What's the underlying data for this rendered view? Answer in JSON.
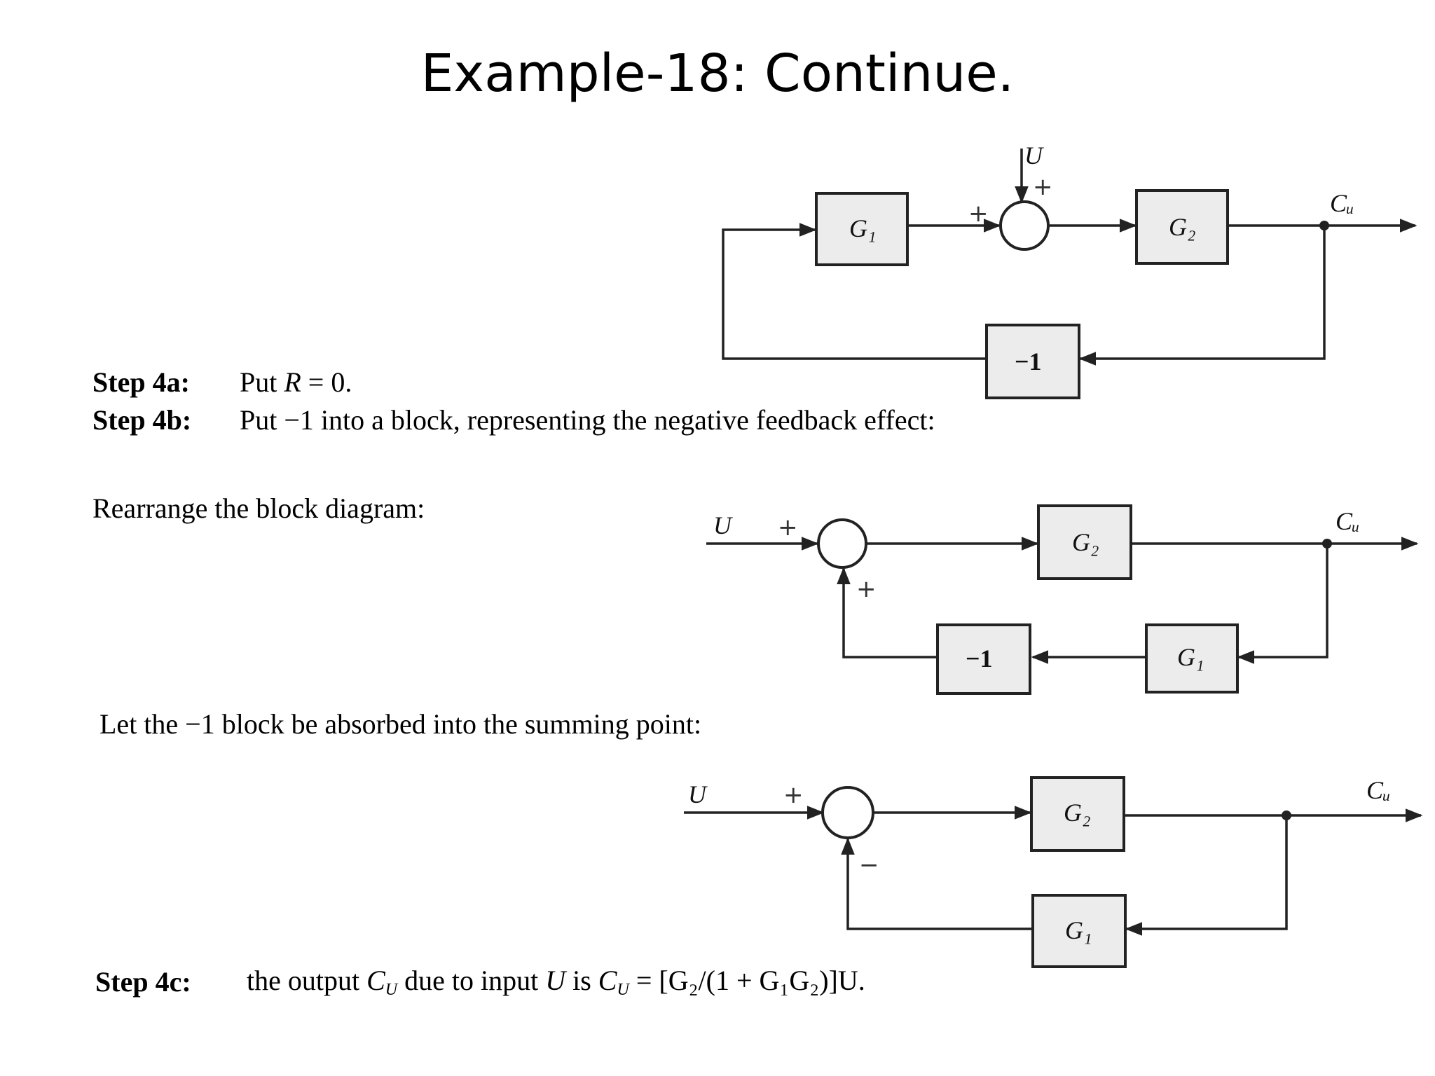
{
  "slide": {
    "title": "Example-18: Continue."
  },
  "steps": {
    "step4a_label": "Step 4a:",
    "step4a_text_pre": "Put ",
    "step4a_var": "R",
    "step4a_text_post": " = 0.",
    "step4b_label": "Step 4b:",
    "step4b_text": "Put −1 into a block, representing the negative feedback effect:",
    "rearrange_text": "Rearrange the block diagram:",
    "absorb_text": "Let the −1 block be absorbed into the summing point:",
    "step4c_label": "Step 4c:",
    "step4c_text_1": "the output ",
    "step4c_text_2": " due to input ",
    "step4c_text_3": " is ",
    "step4c_equation": " = [G₂/(1 + G₁G₂)]U."
  },
  "symbols": {
    "output": "C",
    "output_sub": "U",
    "input": "U"
  },
  "diagram1": {
    "block_g1": "G₁",
    "block_g2": "G₂",
    "block_neg": "−1",
    "input_label": "U",
    "output_label": "Cᵤ",
    "sign_left": "+",
    "sign_top": "+"
  },
  "diagram2": {
    "block_g2": "G₂",
    "block_neg": "−1",
    "block_g1": "G₁",
    "input_label": "U",
    "output_label": "Cᵤ",
    "sign_left": "+",
    "sign_bottom": "+"
  },
  "diagram3": {
    "block_g2": "G₂",
    "block_g1": "G₁",
    "input_label": "U",
    "output_label": "Cᵤ",
    "sign_left": "+",
    "sign_bottom": "−"
  }
}
